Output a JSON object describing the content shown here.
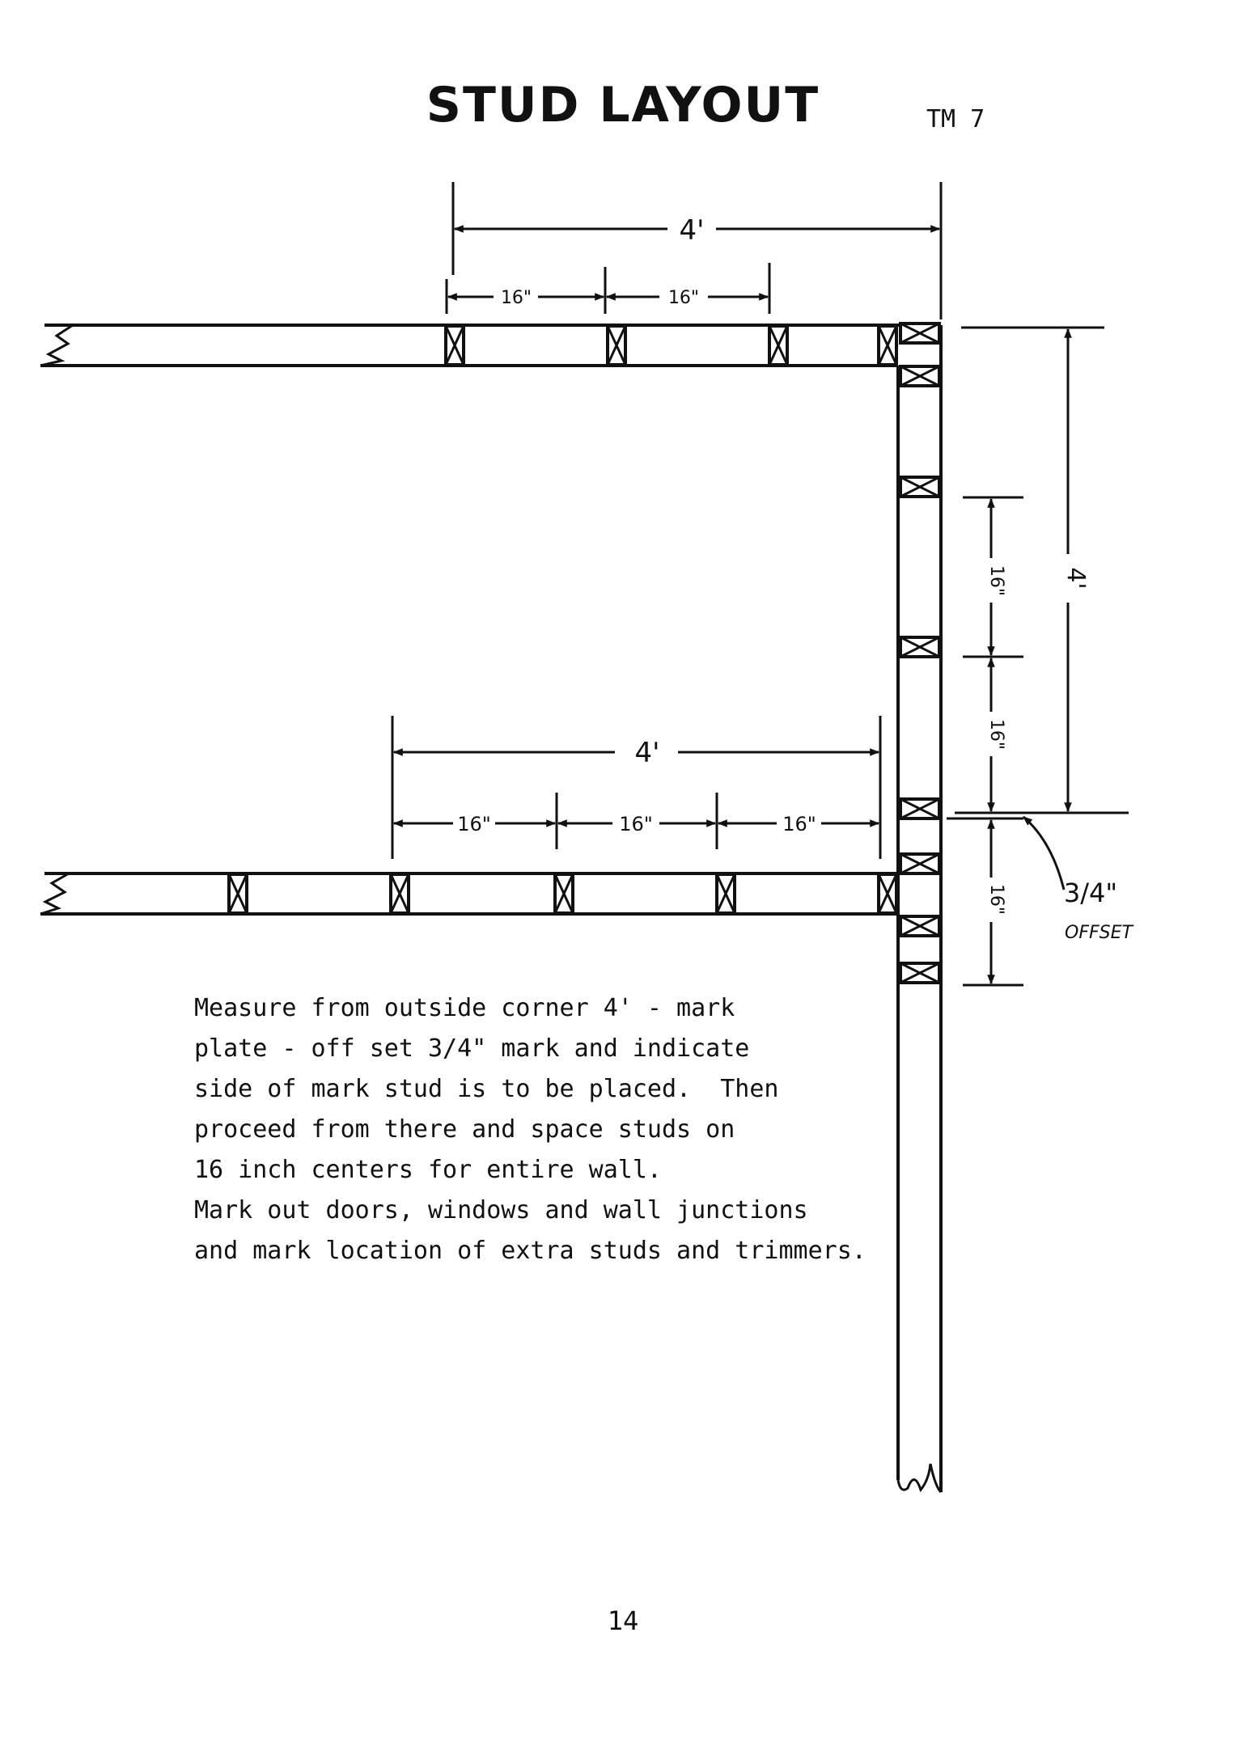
{
  "header": {
    "title": "STUD LAYOUT",
    "code": "TM 7"
  },
  "diagram": {
    "top_wall": {
      "overall_dimension": "4'",
      "spacing_labels": [
        "16\"",
        "16\""
      ]
    },
    "middle_wall": {
      "overall_dimension": "4'",
      "spacing_labels": [
        "16\"",
        "16\"",
        "16\""
      ]
    },
    "side_wall": {
      "overall_dimension": "4'",
      "spacing_labels": [
        "16\"",
        "16\"",
        "16\""
      ]
    },
    "offset_label": {
      "value": "3/4\"",
      "word": "OFFSET"
    }
  },
  "description": {
    "lines": [
      "Measure from outside corner 4' - mark",
      "plate - off set 3/4\" mark and indicate",
      "side of mark stud is to be placed.  Then",
      "proceed from there and space studs on",
      "16 inch centers for entire wall.",
      "Mark out doors, windows and wall junctions",
      "and mark location of extra studs and trimmers."
    ]
  },
  "footer": {
    "page_number": "14"
  }
}
